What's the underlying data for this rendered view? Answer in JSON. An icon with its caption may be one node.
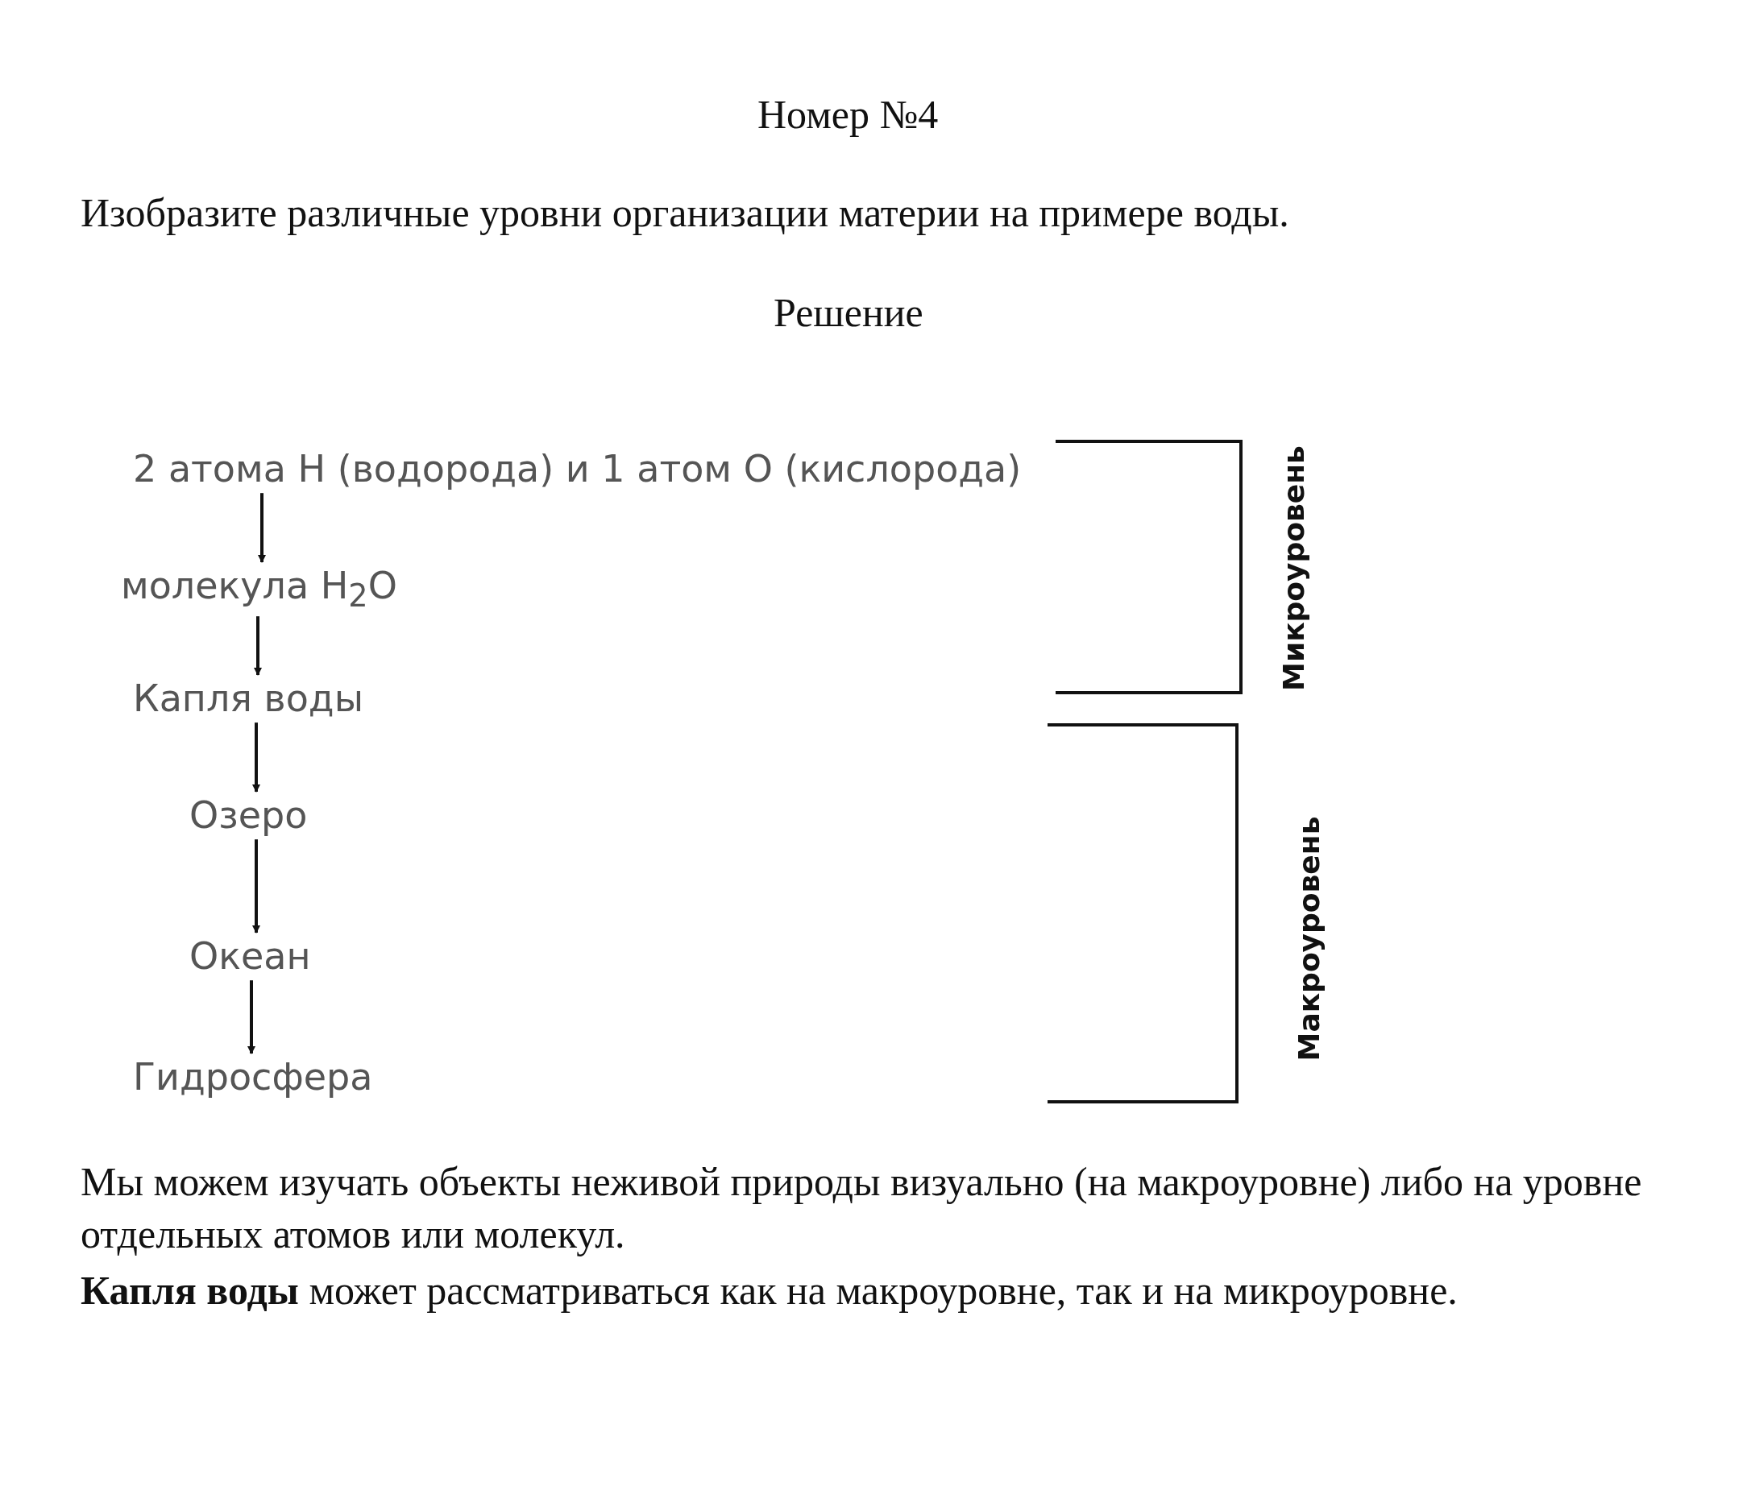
{
  "diagram": {
    "title": "Номер №4",
    "nodes": [
      {
        "text": [
          "2 атома H (водорода) и 1 атом O (кислорода)"
        ]
      },
      {
        "text": [
          "молекула H$_{2}$O"
        ]
      },
      {
        "text": [
          "Капля воды"
        ]
      },
      {
        "text": [
          "Озеро"
        ]
      },
      {
        "text": [
          "Океан"
        ]
      },
      {
        "text": [
          "Гидросфера"
        ]
      }
    ],
    "edges": [
      {
        "from": 0,
        "to": 1,
        "arrow": "to"
      },
      {
        "from": 1,
        "to": 2,
        "arrow": "to"
      },
      {
        "from": 2,
        "to": 3,
        "arrow": "to"
      },
      {
        "from": 3,
        "to": 4,
        "arrow": "to"
      },
      {
        "from": 4,
        "to": 5,
        "arrow": "to"
      }
    ],
    "labels": [
      "Изобразите различные уровни организации материи на примере воды.",
      "Решение",
      "Микроуровень",
      "Макроуровень",
      "Мы можем изучать объекты неживой природы визуально (на макроуровне) либо на уровне отдельных атомов или молекул.",
      "**Капля воды** может рассматриваться как на макроуровне, так и на микроуровне."
    ]
  }
}
